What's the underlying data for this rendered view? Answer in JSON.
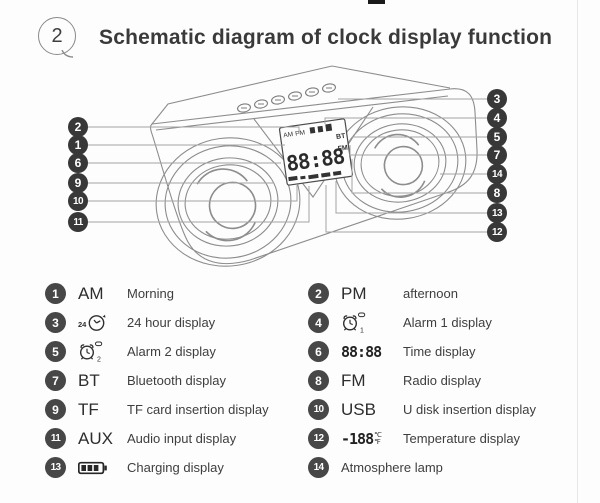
{
  "header": {
    "badge": "2",
    "title": "Schematic diagram of clock display function"
  },
  "device": {
    "lcd": {
      "time": "88:88",
      "am": "AM",
      "pm": "PM",
      "bt": "BT",
      "fm": "FM"
    }
  },
  "callouts": {
    "left": [
      {
        "label": "2"
      },
      {
        "label": "1"
      },
      {
        "label": "6"
      },
      {
        "label": "9"
      },
      {
        "label": "10"
      },
      {
        "label": "11"
      }
    ],
    "right": [
      {
        "label": "3"
      },
      {
        "label": "4"
      },
      {
        "label": "5"
      },
      {
        "label": "7"
      },
      {
        "label": "14"
      },
      {
        "label": "8"
      },
      {
        "label": "13"
      },
      {
        "label": "12"
      }
    ]
  },
  "legend": {
    "left": [
      {
        "num": "1",
        "icon": "am-text",
        "icon_text": "AM",
        "desc": "Morning"
      },
      {
        "num": "3",
        "icon": "clock24-icon",
        "clock_label": "24",
        "desc": "24 hour display"
      },
      {
        "num": "5",
        "icon": "alarm-icon",
        "alarm_digit": "2",
        "desc": "Alarm 2 display"
      },
      {
        "num": "7",
        "icon": "bt-text",
        "icon_text": "BT",
        "desc": "Bluetooth display"
      },
      {
        "num": "9",
        "icon": "tf-text",
        "icon_text": "TF",
        "desc": "TF card insertion display"
      },
      {
        "num": "11",
        "icon": "aux-text",
        "icon_text": "AUX",
        "desc": "Audio input display"
      },
      {
        "num": "13",
        "icon": "battery-icon",
        "desc": "Charging display"
      }
    ],
    "right": [
      {
        "num": "2",
        "icon": "pm-text",
        "icon_text": "PM",
        "desc": "afternoon"
      },
      {
        "num": "4",
        "icon": "alarm-icon",
        "alarm_digit": "1",
        "desc": "Alarm 1 display"
      },
      {
        "num": "6",
        "icon": "segment-display",
        "icon_text": "88:88",
        "desc": "Time display"
      },
      {
        "num": "8",
        "icon": "fm-text",
        "icon_text": "FM",
        "desc": "Radio display"
      },
      {
        "num": "10",
        "icon": "usb-text",
        "icon_text": "USB",
        "desc": "U disk insertion display"
      },
      {
        "num": "12",
        "icon": "temperature-icon",
        "icon_text": "-188",
        "unit_c": "℃",
        "unit_f": "℉",
        "desc": "Temperature display"
      },
      {
        "num": "14",
        "icon": "none",
        "desc": "Atmosphere lamp"
      }
    ]
  },
  "colors": {
    "callout_badge": "#383838",
    "legend_badge": "#474747",
    "leader_line": "#a3a3a3",
    "outline": "#8d8d8d",
    "title": "#3a3a3a"
  }
}
